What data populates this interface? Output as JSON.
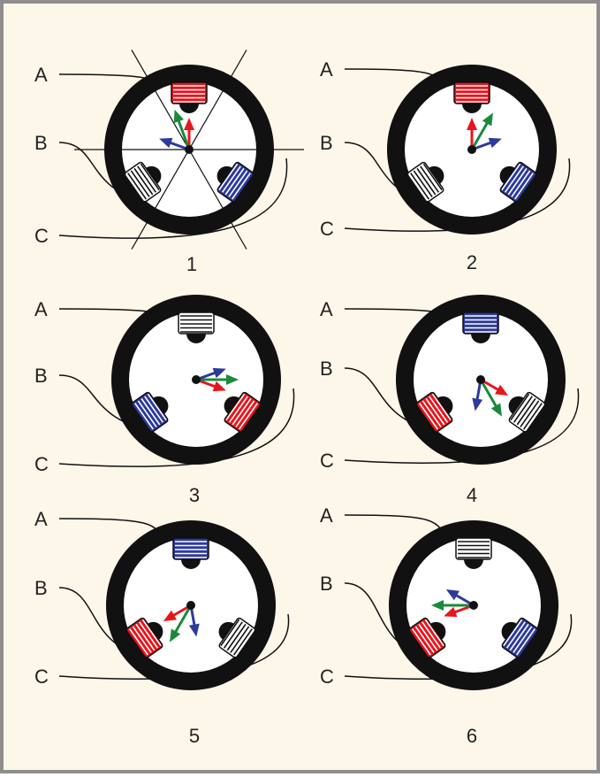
{
  "colors": {
    "background": "#fdf7e9",
    "border": "#8e8e8e",
    "ring": "#111111",
    "disc": "#ffffff",
    "coil_energized": "#e8151c",
    "coil_secondary": "#2d3a9c",
    "coil_off": "#ffffff",
    "arrow_red": "#e8151c",
    "arrow_green": "#1a8a3a",
    "arrow_blue": "#2d3a9c",
    "wire": "#111111"
  },
  "wire_labels": [
    "A",
    "B",
    "C"
  ],
  "panels": [
    {
      "step": "1",
      "coil_states": [
        "red",
        "blue",
        "white"
      ],
      "arrows": [
        {
          "color": "red",
          "angle": 270
        },
        {
          "color": "green",
          "angle": 250
        },
        {
          "color": "blue",
          "angle": 200
        }
      ],
      "sector_lines": true
    },
    {
      "step": "2",
      "coil_states": [
        "red",
        "white",
        "blue"
      ],
      "arrows": [
        {
          "color": "red",
          "angle": 270
        },
        {
          "color": "green",
          "angle": 300
        },
        {
          "color": "blue",
          "angle": 340
        }
      ],
      "sector_lines": false
    },
    {
      "step": "3",
      "coil_states": [
        "white",
        "red",
        "blue"
      ],
      "arrows": [
        {
          "color": "red",
          "angle": 20
        },
        {
          "color": "green",
          "angle": 0
        },
        {
          "color": "blue",
          "angle": 340
        }
      ],
      "sector_lines": false
    },
    {
      "step": "4",
      "coil_states": [
        "blue",
        "red",
        "white"
      ],
      "arrows": [
        {
          "color": "red",
          "angle": 30
        },
        {
          "color": "green",
          "angle": 60
        },
        {
          "color": "blue",
          "angle": 100
        }
      ],
      "sector_lines": false
    },
    {
      "step": "5",
      "coil_states": [
        "blue",
        "white",
        "red"
      ],
      "arrows": [
        {
          "color": "red",
          "angle": 150
        },
        {
          "color": "green",
          "angle": 120
        },
        {
          "color": "blue",
          "angle": 80
        }
      ],
      "sector_lines": false
    },
    {
      "step": "6",
      "coil_states": [
        "white",
        "blue",
        "red"
      ],
      "arrows": [
        {
          "color": "red",
          "angle": 160
        },
        {
          "color": "green",
          "angle": 180
        },
        {
          "color": "blue",
          "angle": 210
        }
      ],
      "sector_lines": false
    }
  ]
}
